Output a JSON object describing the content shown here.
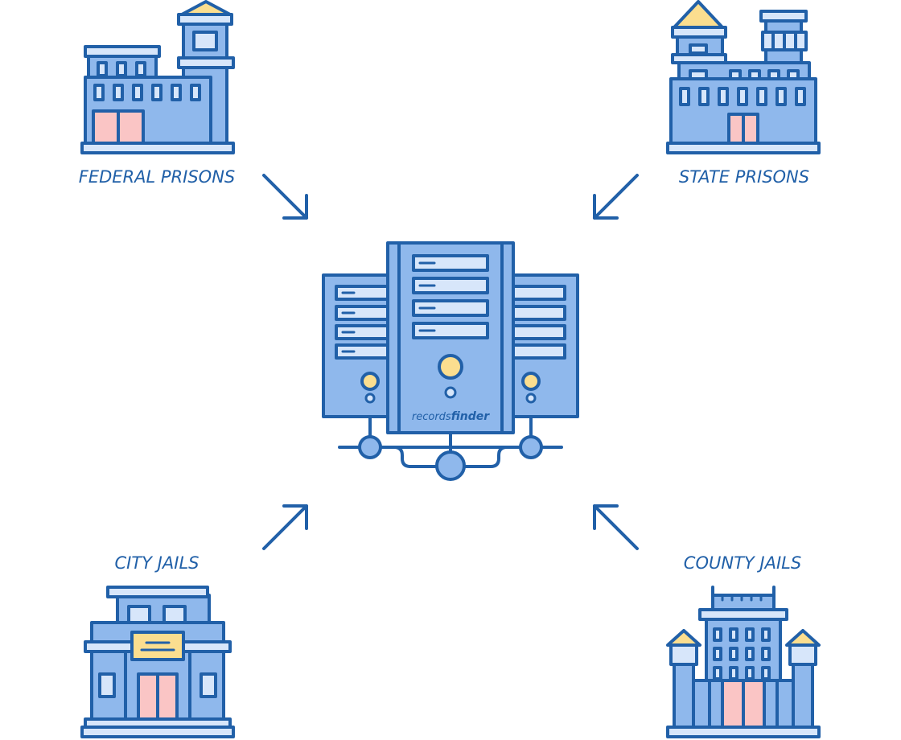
{
  "labels": {
    "federal": "FEDERAL PRISONS",
    "state": "STATE PRISONS",
    "city": "CITY JAILS",
    "county": "COUNTY JAILS"
  },
  "brand": {
    "part1": "records",
    "part2": "finder"
  },
  "colors": {
    "outline": "#2160A8",
    "fill": "#8FB8EC",
    "fill_light": "#D7E6FA",
    "roof": "#FBDE8F",
    "door": "#FAC5C5"
  },
  "icons": {
    "federal": "prison-building-icon",
    "state": "prison-building-icon",
    "city": "jail-building-icon",
    "county": "courthouse-building-icon",
    "center": "server-database-icon"
  }
}
